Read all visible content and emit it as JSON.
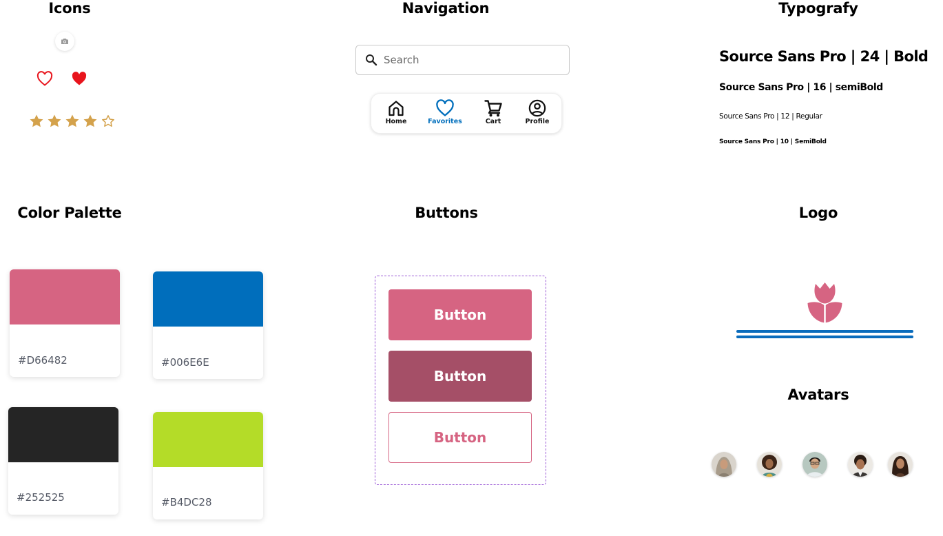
{
  "sections": {
    "icons": "Icons",
    "navigation": "Navigation",
    "typography": "Typografy",
    "color_palette": "Color Palette",
    "buttons": "Buttons",
    "logo": "Logo",
    "avatars": "Avatars"
  },
  "icons": {
    "camera": "camera-icon",
    "heart_outline": "heart-outline-icon",
    "heart_filled": "heart-filled-icon",
    "rating": {
      "filled": 4,
      "total": 5
    },
    "colors": {
      "heart": "#e8141c",
      "star": "#d4a24c"
    }
  },
  "search": {
    "placeholder": "Search",
    "value": ""
  },
  "bottom_nav": {
    "active_color": "#006ebc",
    "items": [
      {
        "label": "Home",
        "icon": "home-icon",
        "active": false
      },
      {
        "label": "Favorites",
        "icon": "heart-icon",
        "active": true
      },
      {
        "label": "Cart",
        "icon": "cart-icon",
        "active": false
      },
      {
        "label": "Profile",
        "icon": "profile-icon",
        "active": false
      }
    ]
  },
  "typography": [
    {
      "text": "Source Sans Pro | 24 | Bold"
    },
    {
      "text": "Source Sans Pro | 16 | semiBold"
    },
    {
      "text": "Source Sans Pro | 12 | Regular"
    },
    {
      "text": "Source Sans Pro | 10 | SemiBold"
    }
  ],
  "palette": [
    {
      "hex": "#D66482",
      "color": "#d66482"
    },
    {
      "hex": "#006E6E",
      "color": "#006ebc"
    },
    {
      "hex": "#252525",
      "color": "#252525"
    },
    {
      "hex": "#B4DC28",
      "color": "#b4dc28"
    }
  ],
  "buttons": [
    {
      "label": "Button",
      "style": "primary",
      "bg": "#d66482",
      "fg": "#ffffff"
    },
    {
      "label": "Button",
      "style": "pressed",
      "bg": "#a54f67",
      "fg": "#ffffff"
    },
    {
      "label": "Button",
      "style": "outline",
      "bg": "#ffffff",
      "fg": "#d66482"
    }
  ],
  "logo": {
    "flower_color": "#d66482",
    "line_color": "#0a6cbc"
  },
  "avatars": [
    {
      "name": "avatar-1"
    },
    {
      "name": "avatar-2"
    },
    {
      "name": "avatar-3"
    },
    {
      "name": "avatar-4"
    },
    {
      "name": "avatar-5"
    }
  ]
}
